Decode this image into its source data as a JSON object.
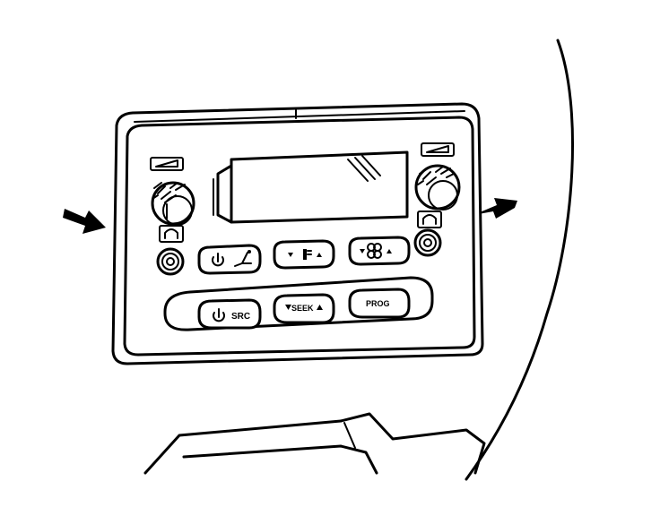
{
  "buttons": {
    "src_label": "SRC",
    "seek_label": "SEEK",
    "prog_label": "PROG"
  },
  "icons": [
    "volume-ramp-icon",
    "headphone-icon",
    "power-icon",
    "seat-icon",
    "temperature-icon",
    "fan-icon",
    "arrow-pointer-icon"
  ],
  "colors": {
    "ink": "#000000",
    "paper": "#ffffff"
  }
}
